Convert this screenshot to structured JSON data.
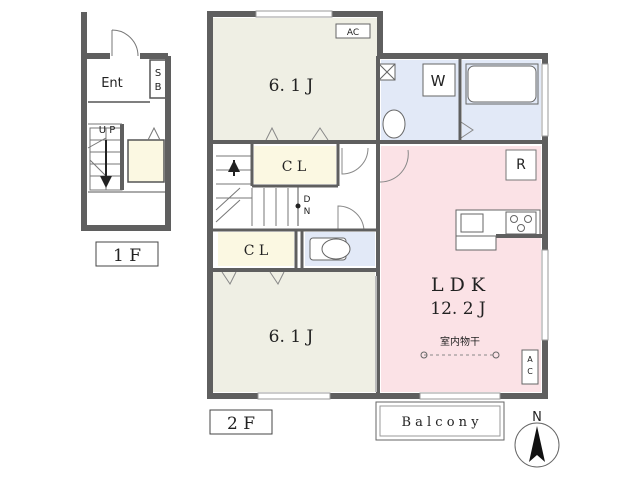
{
  "floor1": {
    "label": "1 F",
    "entrance": "Ent",
    "shoe_box": "S B",
    "stair_up": "U P"
  },
  "floor2": {
    "label": "2 F",
    "room_top": "6. 1 J",
    "room_bottom": "6. 1 J",
    "closet_top": "C L",
    "closet_left": "C L",
    "stair_down": "D N",
    "washer": "W",
    "refrigerator": "R",
    "ac_top": "AC",
    "ac_ldk": "AC",
    "ldk_name": "L D K",
    "ldk_size": "12. 2 J",
    "indoor_drying": "室内物干",
    "balcony": "B a l c o n y"
  },
  "compass": {
    "north": "N"
  },
  "colors": {
    "wall": "#5f5f5f",
    "room_fill": "#efefe4",
    "ldk_fill": "#fbe2e6",
    "wet_fill": "#e2e9f7",
    "closet_fill": "#fbf8e2"
  }
}
